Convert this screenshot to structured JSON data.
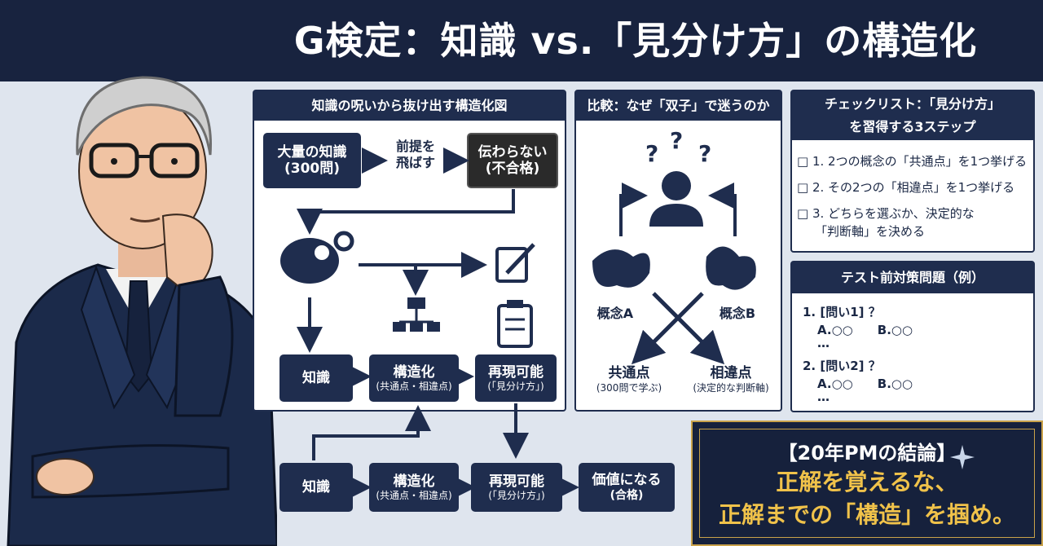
{
  "title": "G検定：知識 vs.「見分け方」の構造化",
  "left_panel": {
    "title": "知識の呪いから抜け出す構造化図",
    "box_knowledge_main": "大量の知識",
    "box_knowledge_sub": "(300問)",
    "skip_line1": "前提を",
    "skip_line2": "飛ばす",
    "box_fail_main": "伝わらない",
    "box_fail_sub": "(不合格)",
    "row1_knowledge": "知識",
    "row1_struct_main": "構造化",
    "row1_struct_sub": "(共通点・相違点)",
    "row1_repro_main": "再現可能",
    "row1_repro_sub": "(「見分け方」)",
    "row2_knowledge": "知識",
    "row2_struct_main": "構造化",
    "row2_struct_sub": "(共通点・相違点)",
    "row2_repro_main": "再現可能",
    "row2_repro_sub": "(「見分け方」)",
    "value_main": "価値になる",
    "value_sub": "(合格)"
  },
  "middle_panel": {
    "title": "比較：なぜ「双子」で迷うのか",
    "concept_a": "概念A",
    "concept_b": "概念B",
    "common_main": "共通点",
    "common_sub": "(300問で学ぶ)",
    "diff_main": "相違点",
    "diff_sub": "(決定的な判断軸)"
  },
  "checklist": {
    "title_line1": "チェックリスト：「見分け方」",
    "title_line2": "を習得する3ステップ",
    "items": [
      "□ 1. 2つの概念の「共通点」を1つ挙げる",
      "□ 2. その2つの「相違点」を1つ挙げる",
      "□ 3. どちらを選ぶか、決定的な"
    ],
    "item3_line2": "「判断軸」を決める"
  },
  "test": {
    "title": "テスト前対策問題（例）",
    "q1": "1. [問い1] ？",
    "q1_options": "A.○○　　B.○○",
    "q1_more": "…",
    "q2": "2. [問い2] ？",
    "q2_options": "A.○○　　B.○○",
    "q2_more": "…"
  },
  "conclusion": {
    "title": "【20年PMの結論】",
    "line1": "正解を覚えるな、",
    "line2": "正解までの「構造」を掴め。"
  },
  "colors": {
    "navy": "#1f2d4e",
    "gold": "#f0c24a",
    "panel_bg": "#dfe5ee"
  }
}
